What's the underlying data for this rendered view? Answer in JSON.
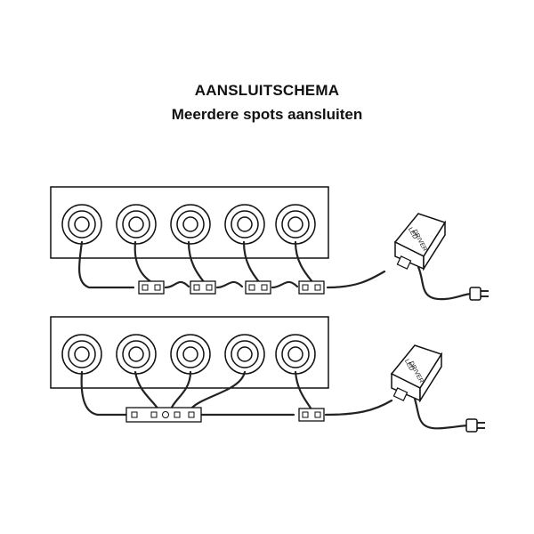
{
  "header": {
    "title": "AANSLUITSCHEMA",
    "subtitle": "Meerdere spots aansluiten"
  },
  "driver": {
    "label_line1": "LED",
    "label_line2": "DRIVER"
  },
  "colors": {
    "line": "#111111",
    "wire": "#222222",
    "background": "#ffffff"
  },
  "diagrams": [
    {
      "spots": 5,
      "wiring": "daisy-chain",
      "connectors": 4
    },
    {
      "spots": 5,
      "wiring": "combined-junction",
      "connectors": 2
    }
  ]
}
